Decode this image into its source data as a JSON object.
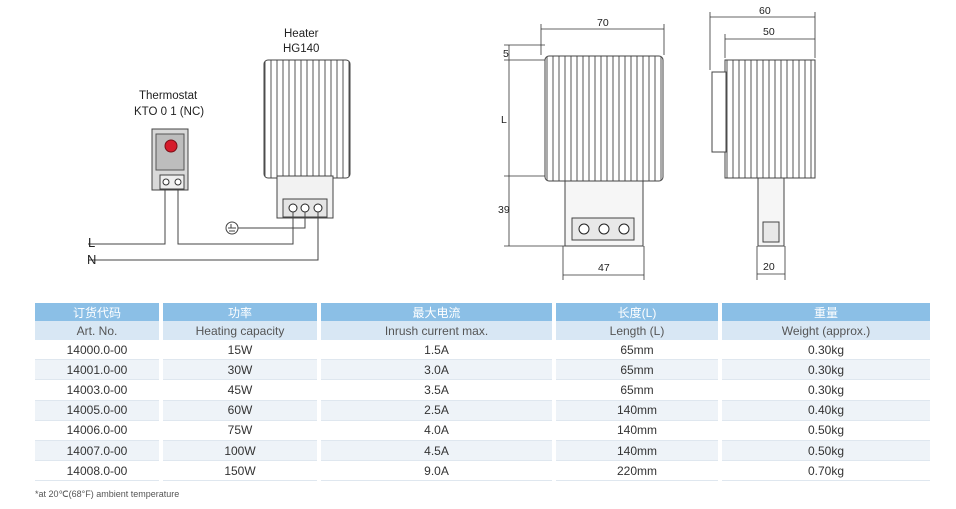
{
  "wiring": {
    "heater_title": "Heater",
    "heater_model": "HG140",
    "thermostat_title": "Thermostat",
    "thermostat_model": "KTO 0 1 (NC)",
    "line_label": "L",
    "neutral_label": "N"
  },
  "front_view": {
    "width": "70",
    "top_offset": "5",
    "length": "L",
    "bottom_height": "39",
    "terminal_width": "47"
  },
  "side_view": {
    "overall_width": "60",
    "body_width": "50",
    "terminal_depth": "20"
  },
  "table": {
    "headers_cn": [
      "订货代码",
      "功率",
      "最大电流",
      "长度(L)",
      "重量"
    ],
    "headers_en": [
      "Art. No.",
      "Heating capacity",
      "Inrush current max.",
      "Length (L)",
      "Weight (approx.)"
    ],
    "rows": [
      [
        "14000.0-00",
        "15W",
        "1.5A",
        "65mm",
        "0.30kg"
      ],
      [
        "14001.0-00",
        "30W",
        "3.0A",
        "65mm",
        "0.30kg"
      ],
      [
        "14003.0-00",
        "45W",
        "3.5A",
        "65mm",
        "0.30kg"
      ],
      [
        "14005.0-00",
        "60W",
        "2.5A",
        "140mm",
        "0.40kg"
      ],
      [
        "14006.0-00",
        "75W",
        "4.0A",
        "140mm",
        "0.50kg"
      ],
      [
        "14007.0-00",
        "100W",
        "4.5A",
        "140mm",
        "0.50kg"
      ],
      [
        "14008.0-00",
        "150W",
        "9.0A",
        "220mm",
        "0.70kg"
      ]
    ]
  },
  "footnote": "*at 20℃(68°F) ambient temperature"
}
